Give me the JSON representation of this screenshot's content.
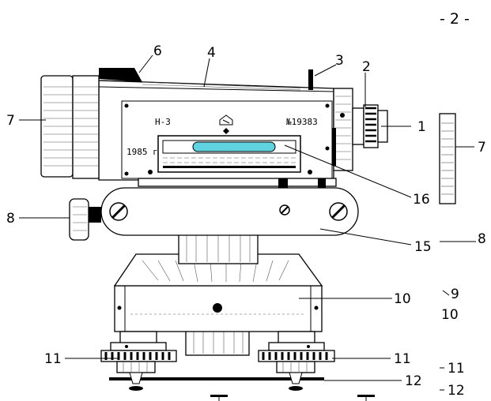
{
  "page_number": "- 2 -",
  "nameplate": {
    "model": "Н-3",
    "year": "1985 г",
    "serial": "№19383"
  },
  "callouts": {
    "c1": "1",
    "c2": "2",
    "c3": "3",
    "c4": "4",
    "c6": "6",
    "c7_left": "7",
    "c7_right": "7",
    "c8_left": "8",
    "c8_right": "8",
    "c9": "9",
    "c10_main": "10",
    "c10_right": "10",
    "c11_left": "11",
    "c11_main": "11",
    "c11_right": "11",
    "c12_main": "12",
    "c12_right": "12",
    "c15": "15",
    "c16": "16"
  },
  "icons": [
    "manufacturer-logo-icon",
    "screw-icon",
    "leveling-screw-icon",
    "focusing-knob-icon"
  ],
  "colors": {
    "bubble": "#5fd3e0",
    "outline": "#000000",
    "background": "#ffffff"
  }
}
